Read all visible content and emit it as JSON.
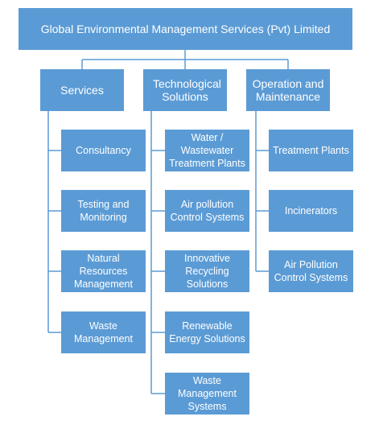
{
  "org_chart": {
    "root": {
      "label": "Global Environmental Management Services (Pvt) Limited"
    },
    "columns": [
      {
        "label": "Services",
        "items": [
          "Consultancy",
          "Testing and Monitoring",
          "Natural Resources Management",
          "Waste Management"
        ]
      },
      {
        "label": "Technological Solutions",
        "items": [
          "Water / Wastewater Treatment Plants",
          "Air pollution Control Systems",
          "Innovative Recycling Solutions",
          "Renewable Energy Solutions",
          "Waste Management Systems"
        ]
      },
      {
        "label": "Operation and Maintenance",
        "items": [
          "Treatment Plants",
          "Incinerators",
          "Air Pollution Control Systems"
        ]
      }
    ]
  },
  "colors": {
    "box_fill": "#5b9bd5",
    "box_text": "#ffffff",
    "connector": "#5b9bd5"
  }
}
